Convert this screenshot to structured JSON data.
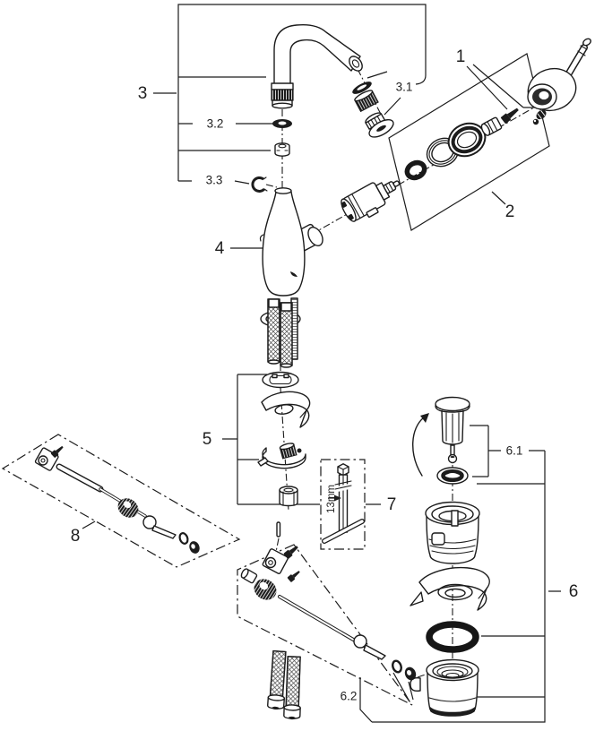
{
  "diagram": {
    "background": "#ffffff",
    "line_color": "#1c1c1c",
    "callouts": {
      "c1": "1",
      "c2": "2",
      "c3": "3",
      "c3_1": "3.1",
      "c3_2": "3.2",
      "c3_3": "3.3",
      "c4": "4",
      "c5": "5",
      "c6": "6",
      "c6_1": "6.1",
      "c6_2": "6.2",
      "c7": "7",
      "c8": "8"
    },
    "annotations": {
      "tool_size": "13mm"
    }
  }
}
